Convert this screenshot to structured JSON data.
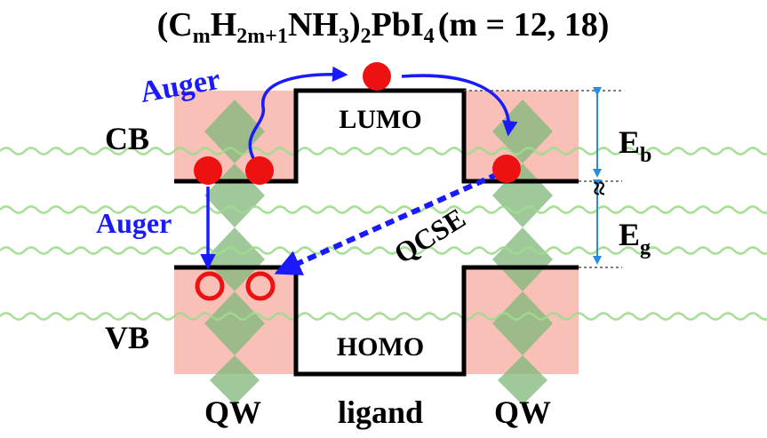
{
  "title": {
    "prefix": "(C",
    "sub_m": "m",
    "h": "H",
    "sub_2m1": "2m+1",
    "nh": "NH",
    "sub_3": "3",
    "paren": ")",
    "sub_2": "2",
    "pbi": "PbI",
    "sub_4": "4",
    "suffix": "(m = 12, 18)"
  },
  "labels": {
    "cb": "CB",
    "vb": "VB",
    "lumo": "LUMO",
    "homo": "HOMO",
    "qw_left": "QW",
    "ligand": "ligand",
    "qw_right": "QW",
    "auger_top": "Auger",
    "auger_left": "Auger",
    "qcse": "QCSE",
    "eb_main": "E",
    "eb_sub": "b",
    "eg_main": "E",
    "eg_sub": "g",
    "break_mark": "≈"
  },
  "colors": {
    "electron": "#ee1111",
    "hole_ring": "#ee1111",
    "arrow_blue": "#1a1aff",
    "qcse_blue": "#1a1aff",
    "band_line": "#000000",
    "qw_fill": "#f8b9b0",
    "lattice_green": "#7fb87a",
    "wave_green": "#9fdc8f",
    "dim_arrow": "#2a8be0",
    "text": "#000000"
  },
  "icons": {
    "electron": "filled-red-circle",
    "hole": "red-ring",
    "wavy-line": "ligand-chain-wave"
  }
}
